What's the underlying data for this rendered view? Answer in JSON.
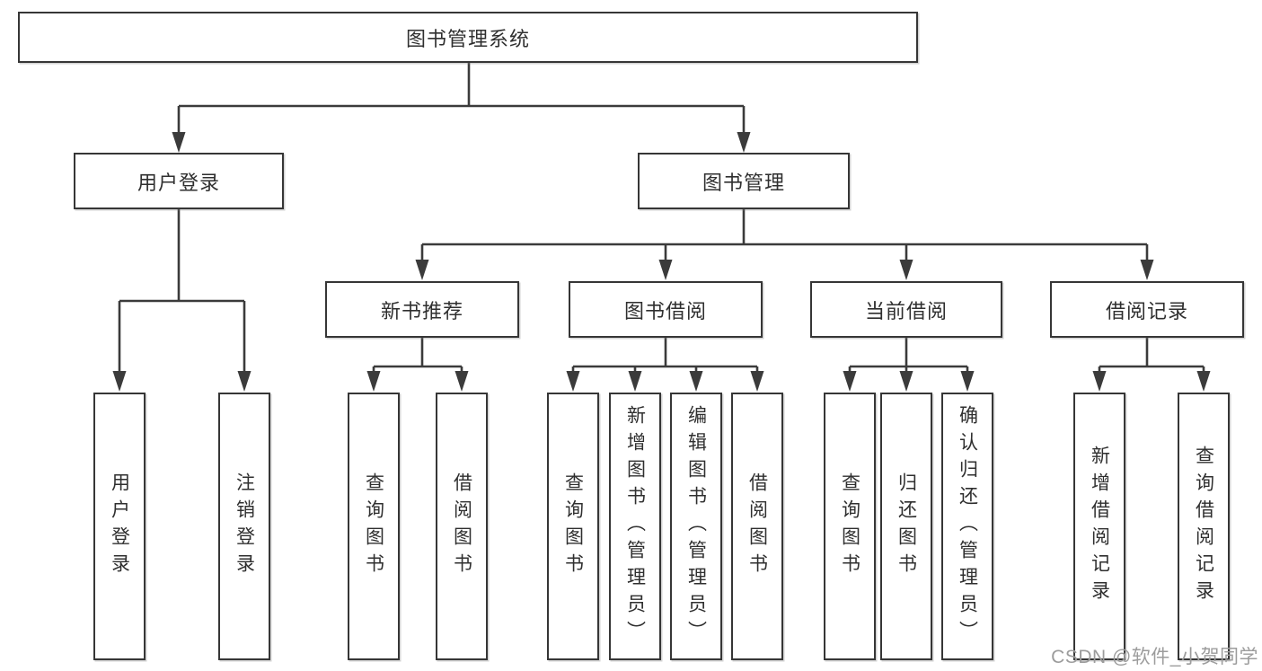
{
  "diagram": {
    "root": "图书管理系统",
    "level2": {
      "login": "用户登录",
      "management": "图书管理"
    },
    "level3": {
      "new_books": "新书推荐",
      "book_borrow": "图书借阅",
      "current_borrow": "当前借阅",
      "borrow_records": "借阅记录"
    },
    "leaves": {
      "login_children": [
        "用户登录",
        "注销登录"
      ],
      "new_books_children": [
        "查询图书",
        "借阅图书"
      ],
      "book_borrow_children": [
        "查询图书",
        "新增图书（管理员）",
        "编辑图书（管理员）",
        "借阅图书"
      ],
      "current_borrow_children": [
        "查询图书",
        "归还图书",
        "确认归还（管理员）"
      ],
      "borrow_records_children": [
        "新增借阅记录",
        "查询借阅记录"
      ]
    },
    "colors": {
      "line": "#3b3b3b",
      "border": "#363636",
      "text": "#2f2f2f",
      "background": "#ffffff",
      "watermark": "#9c9c9c"
    },
    "watermark": "CSDN @软件_小贺同学"
  }
}
